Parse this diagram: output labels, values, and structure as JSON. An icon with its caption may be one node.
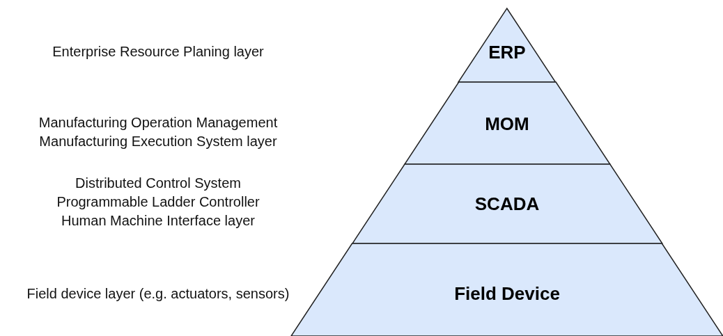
{
  "diagram": {
    "labels": [
      "Enterprise Resource Planing layer"
    ],
    "nodes": [
      {
        "text": [
          "ERP"
        ]
      },
      {
        "text": [
          "MOM"
        ],
        "beside": [
          "Manufacturing Operation Management",
          "Manufacturing Execution System layer"
        ]
      },
      {
        "text": [
          "SCADA"
        ],
        "beside": [
          "Distributed Control System",
          "Programmable Ladder Controller",
          "Human Machine Interface layer"
        ]
      },
      {
        "text": [
          "Field Device"
        ],
        "beside": [
          "Field device layer (e.g. actuators, sensors)"
        ]
      }
    ]
  }
}
